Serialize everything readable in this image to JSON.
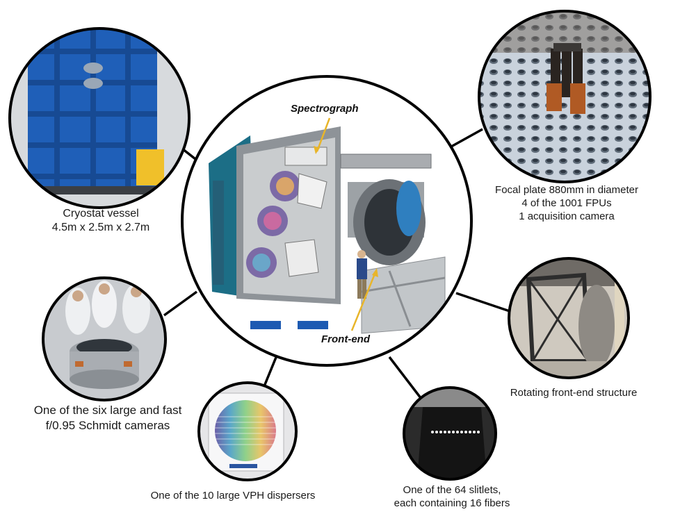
{
  "center": {
    "label_top": "Spectrograph",
    "label_bottom": "Front-end"
  },
  "captions": {
    "cryostat": {
      "line1": "Cryostat vessel",
      "line2": "4.5m x 2.5m x 2.7m"
    },
    "focal": {
      "line1": "Focal plate 880mm in diameter",
      "line2": "4 of the 1001 FPUs",
      "line3": "1 acquisition camera"
    },
    "rotating": {
      "line1": "Rotating front-end structure"
    },
    "cameras": {
      "line1": "One of the six large and fast",
      "line2": "f/0.95 Schmidt cameras"
    },
    "vph": {
      "line1": "One of the 10 large VPH dispersers"
    },
    "slitlets": {
      "line1": "One of the 64 slitlets,",
      "line2": "each containing 16 fibers"
    }
  },
  "colors": {
    "ring": "#000000",
    "cryostat_blue": "#1f5fb8",
    "accent_yellow": "#e8b52a",
    "grey_steel": "#b9bcc0"
  }
}
